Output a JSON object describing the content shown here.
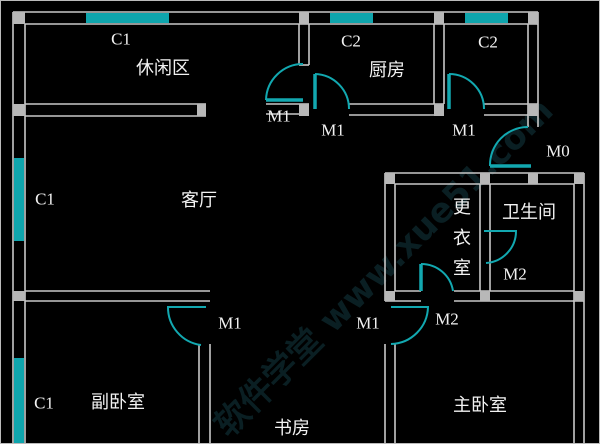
{
  "rooms": {
    "leisure": "休闲区",
    "kitchen": "厨房",
    "living": "客厅",
    "dressing_1": "更",
    "dressing_2": "衣",
    "dressing_3": "室",
    "bathroom": "卫生间",
    "second_bedroom": "副卧室",
    "master_bedroom": "主卧室",
    "study": "书房"
  },
  "codes": {
    "window_top_left": "C1",
    "window_kitchen": "C2",
    "window_top_right": "C2",
    "window_left_living": "C1",
    "window_left_bedroom": "C1",
    "door_leisure": "M1",
    "door_kitchen": "M1",
    "door_small": "M1",
    "door_entry": "M0",
    "door_bath": "M2",
    "door_second_bedroom": "M1",
    "door_master": "M1",
    "door_dressing": "M2"
  },
  "watermark": "软件学堂 www.xue51.com",
  "colors": {
    "wall": "#c8c8c8",
    "window_door": "#12a8b0",
    "background": "#000000"
  }
}
